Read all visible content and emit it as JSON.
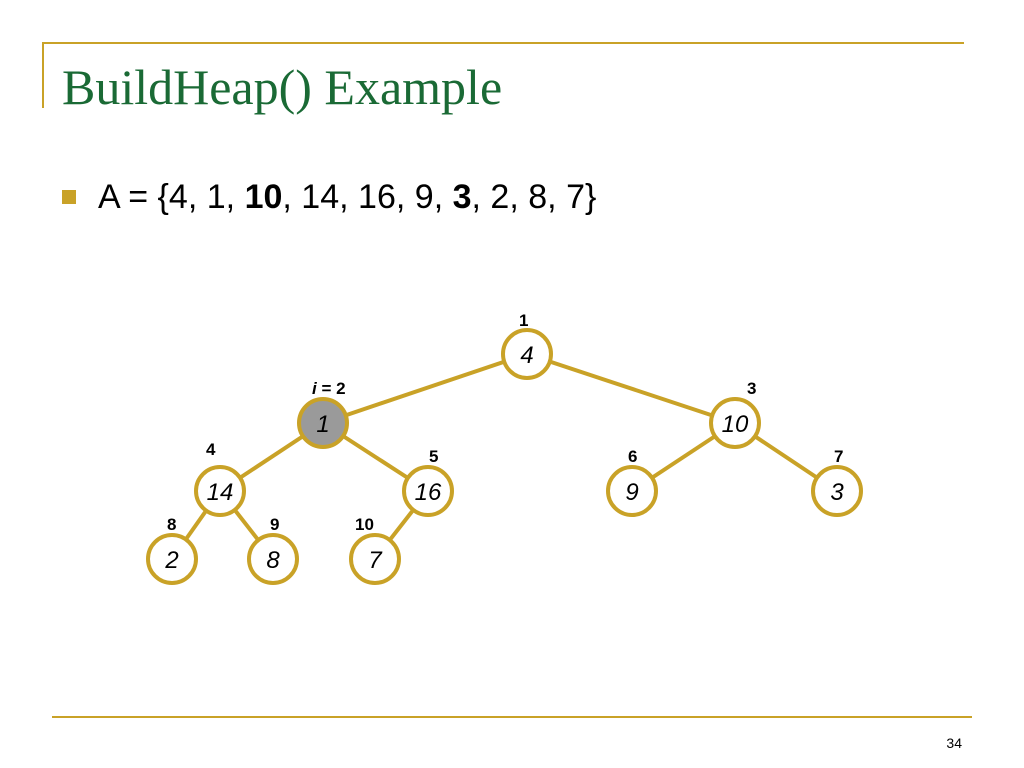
{
  "slide": {
    "title": "BuildHeap() Example",
    "bullet": {
      "prefix": "A = {",
      "elements": [
        "4",
        "1",
        "10",
        "14",
        "16",
        "9",
        "3",
        "2",
        "8",
        "7"
      ],
      "bold_elements": [
        "10",
        "3"
      ],
      "suffix": "}"
    },
    "page_number": "34"
  },
  "heap": {
    "highlight_index": 2,
    "i_label": {
      "italic": "i",
      "rest": " = 2"
    },
    "nodes": [
      {
        "index": "1",
        "value": "4"
      },
      {
        "index": "2",
        "value": "1"
      },
      {
        "index": "3",
        "value": "10"
      },
      {
        "index": "4",
        "value": "14"
      },
      {
        "index": "5",
        "value": "16"
      },
      {
        "index": "6",
        "value": "9"
      },
      {
        "index": "7",
        "value": "3"
      },
      {
        "index": "8",
        "value": "2"
      },
      {
        "index": "9",
        "value": "8"
      },
      {
        "index": "10",
        "value": "7"
      }
    ]
  },
  "colors": {
    "accent": "#c9a227",
    "title": "#1a6a35",
    "highlight_fill": "#9a9a9a"
  }
}
